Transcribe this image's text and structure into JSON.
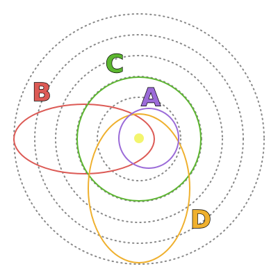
{
  "diagram": {
    "background": "#ffffff",
    "guide_color": "#888888",
    "sun_color": "#f3f56e",
    "orbits": [
      {
        "label": "A",
        "color": "#9b6bd8"
      },
      {
        "label": "B",
        "color": "#dc5a55"
      },
      {
        "label": "C",
        "color": "#5cb630"
      },
      {
        "label": "D",
        "color": "#efb02e"
      }
    ]
  }
}
